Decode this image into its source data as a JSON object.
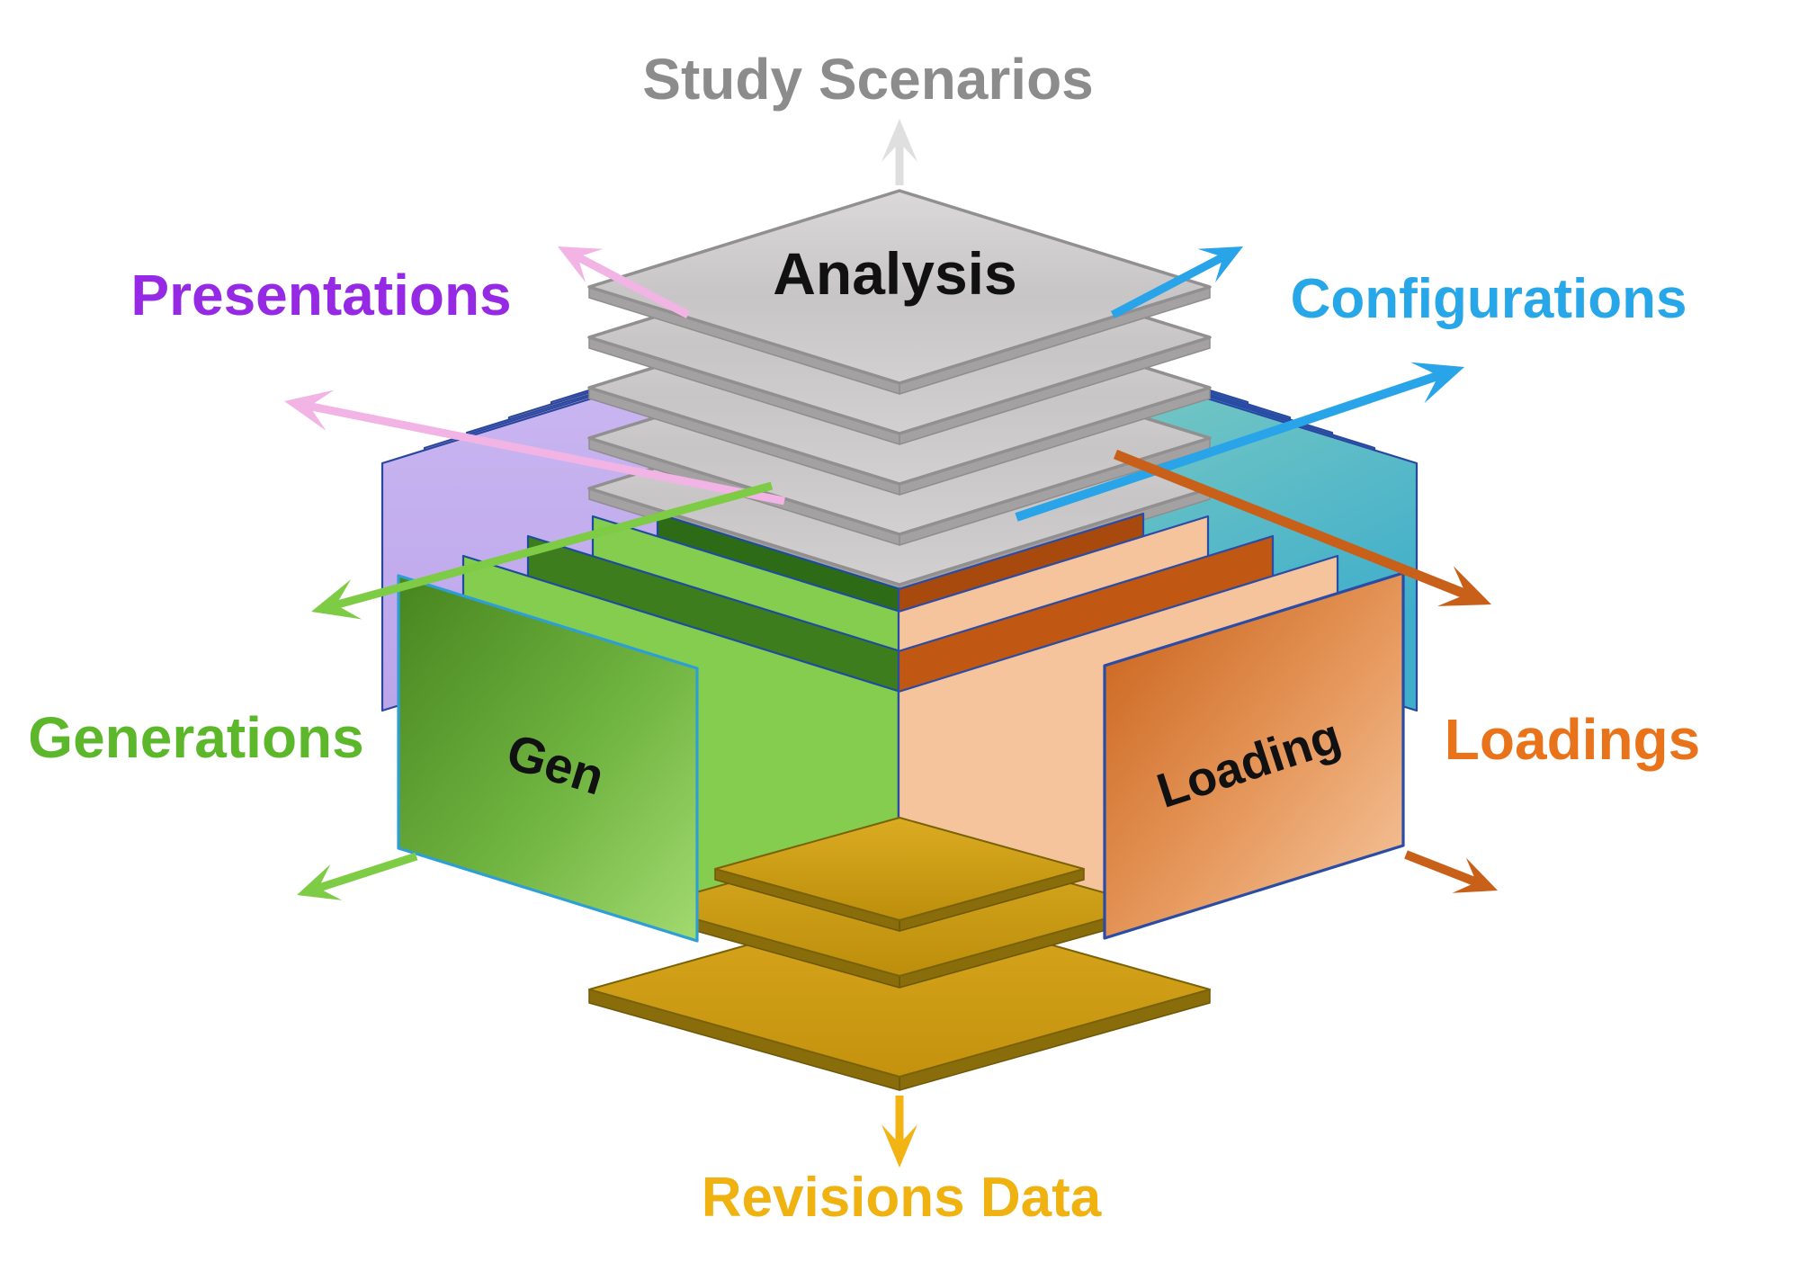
{
  "axes": [
    {
      "id": "study-scenarios",
      "label": "Study Scenarios",
      "direction": "up",
      "label_color": "#8C8C8C",
      "arrow_color": "#DFDFDF"
    },
    {
      "id": "presentations",
      "label": "Presentations",
      "direction": "upper-left",
      "label_color": "#9629E3",
      "arrow_color": "#F2B4E4"
    },
    {
      "id": "configurations",
      "label": "Configurations",
      "direction": "upper-right",
      "label_color": "#28A7E8",
      "arrow_color": "#29A4E8"
    },
    {
      "id": "generations",
      "label": "Generations",
      "direction": "lower-left",
      "label_color": "#5CB72B",
      "arrow_color": "#7ECB45"
    },
    {
      "id": "loadings",
      "label": "Loadings",
      "direction": "lower-right",
      "label_color": "#E8731A",
      "arrow_color": "#C8601A"
    },
    {
      "id": "revisions-data",
      "label": "Revisions Data",
      "direction": "down",
      "label_color": "#EFB211",
      "arrow_color": "#F2B414"
    }
  ],
  "cube": {
    "top_stack_label": "Analysis",
    "left_panel_label": "Gen",
    "right_panel_label": "Loading",
    "gray_layer_count": 5,
    "generation_sheet_count": 5,
    "loading_sheet_count": 5,
    "presentation_slab_count": 5,
    "configuration_slab_count": 5,
    "revision_layer_count": 3
  },
  "palette": {
    "gray_layer": "#CFCDCD",
    "gray_layer_side": "#A3A1A1",
    "green_light": "#85CD4F",
    "green_dark": "#3E7D1E",
    "green_core": "#2E6B16",
    "orange_light": "#F5C49C",
    "orange_dark": "#C05712",
    "orange_core": "#A84A0E",
    "lavender": "#C8B4EF",
    "pink": "#F2BDE7",
    "teal": "#62C5C5",
    "blue": "#2E9EE6",
    "gold_side": "#8A6D0B",
    "panel_text": "#111111"
  }
}
